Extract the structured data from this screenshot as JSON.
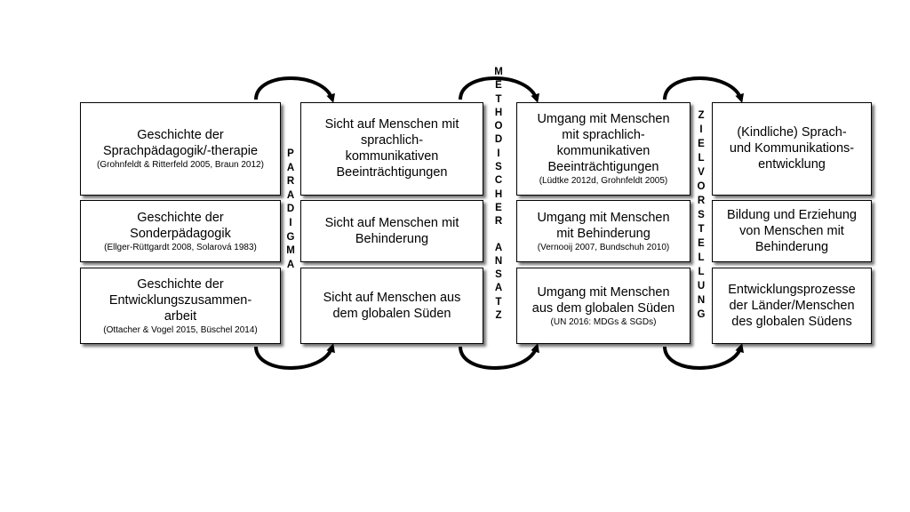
{
  "columns": [
    {
      "key": "history",
      "boxes": [
        {
          "title": "Geschichte der\nSprachpädagogik/-therapie",
          "ref": "(Grohnfeldt & Ritterfeld 2005, Braun 2012)"
        },
        {
          "title": "Geschichte der\nSonderpädagogik",
          "ref": "(Ellger-Rüttgardt 2008, Solarová 1983)"
        },
        {
          "title": "Geschichte der\nEntwicklungszusammen-\narbeit",
          "ref": "(Ottacher & Vogel 2015, Büschel 2014)"
        }
      ]
    },
    {
      "key": "view",
      "boxes": [
        {
          "title": "Sicht auf Menschen mit\nsprachlich-\nkommunikativen\nBeeinträchtigungen",
          "ref": ""
        },
        {
          "title": "Sicht auf Menschen mit\nBehinderung",
          "ref": ""
        },
        {
          "title": "Sicht auf Menschen aus\ndem globalen Süden",
          "ref": ""
        }
      ]
    },
    {
      "key": "handling",
      "boxes": [
        {
          "title": "Umgang mit Menschen\nmit sprachlich-\nkommunikativen\nBeeinträchtigungen",
          "ref": "(Lüdtke 2012d, Grohnfeldt 2005)"
        },
        {
          "title": "Umgang mit Menschen\nmit Behinderung",
          "ref": "(Vernooij 2007, Bundschuh 2010)"
        },
        {
          "title": "Umgang mit Menschen\naus dem globalen Süden",
          "ref": "(UN 2016: MDGs & SGDs)"
        }
      ]
    },
    {
      "key": "goal",
      "boxes": [
        {
          "title": "(Kindliche) Sprach-\nund Kommunikations-\nentwicklung",
          "ref": ""
        },
        {
          "title": "Bildung und Erziehung\nvon Menschen mit\nBehinderung",
          "ref": ""
        },
        {
          "title": "Entwicklungsprozesse\nder Länder/Menschen\ndes globalen Südens",
          "ref": ""
        }
      ]
    }
  ],
  "separators": [
    {
      "key": "paradigma",
      "words": [
        "PARADIGMA"
      ]
    },
    {
      "key": "methodischer-ansatz",
      "words": [
        "METHODISCHER",
        "ANSATZ"
      ]
    },
    {
      "key": "zielvorstellung",
      "words": [
        "ZIELVORSTELLUNG"
      ]
    }
  ],
  "colors": {
    "line": "#000000",
    "background": "#ffffff",
    "shadow": "#555555"
  }
}
